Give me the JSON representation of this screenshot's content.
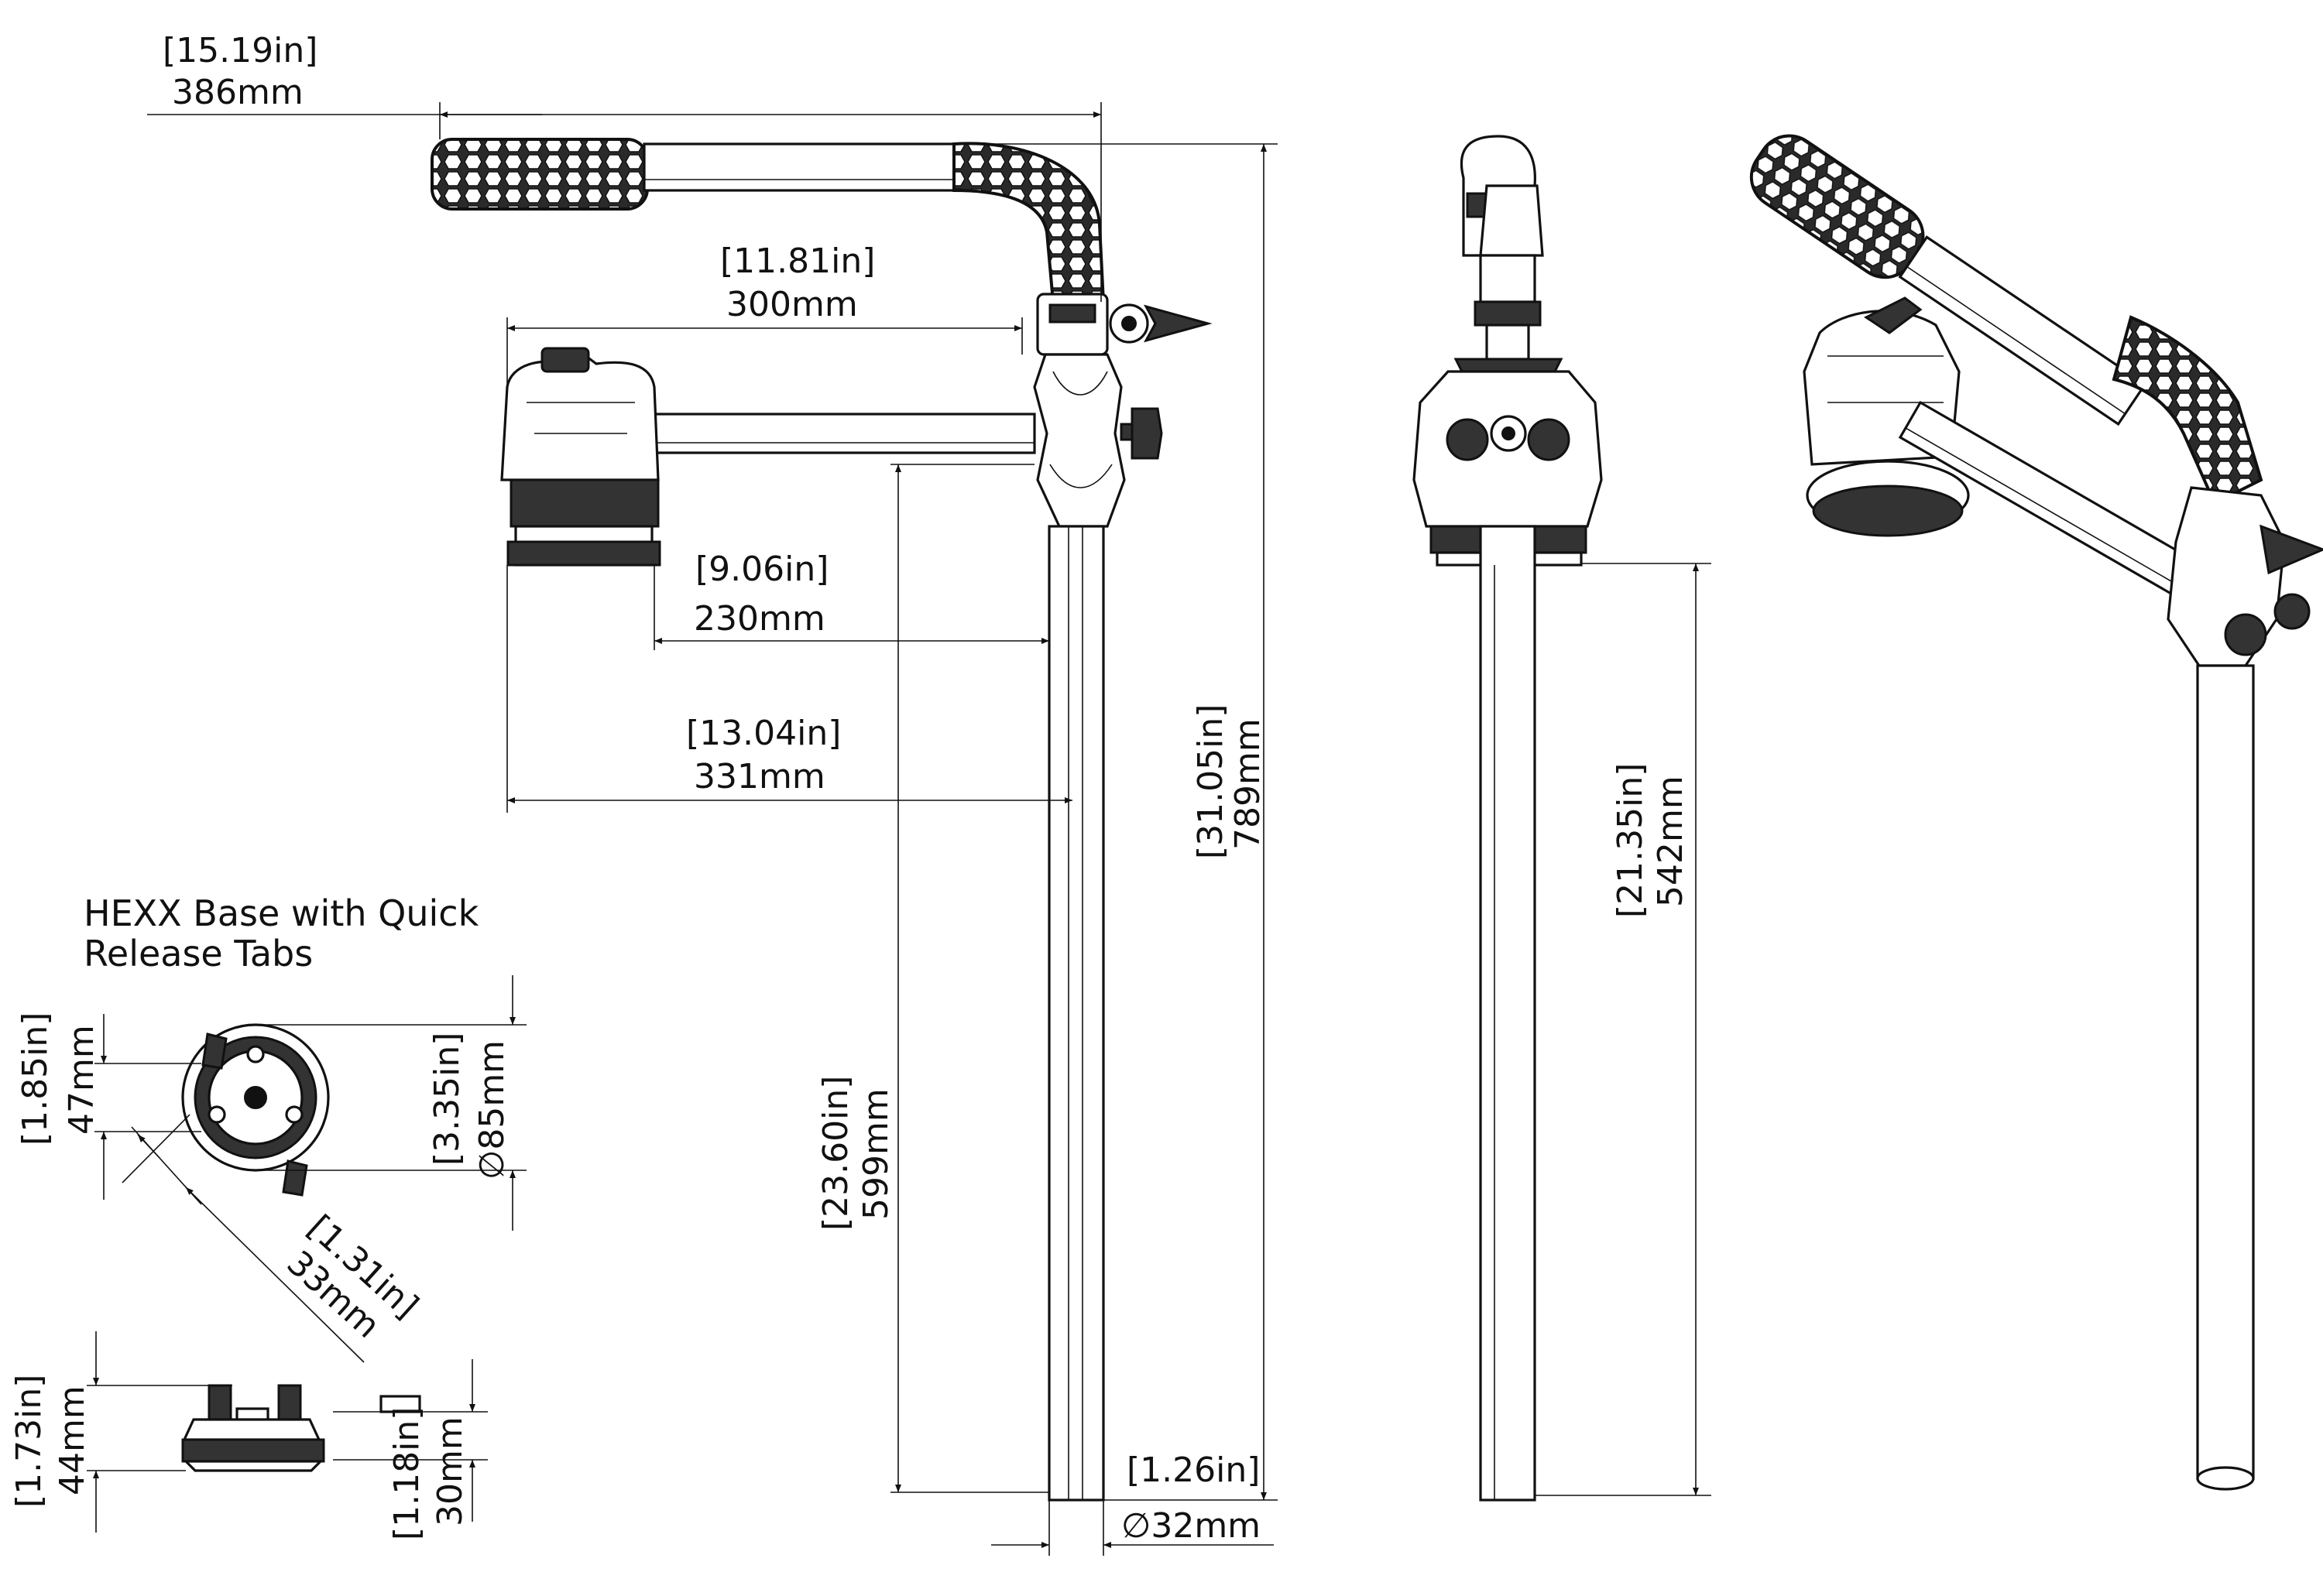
{
  "caption": {
    "line1": "HEXX Base with Quick",
    "line2": "Release Tabs"
  },
  "dims": {
    "overall_length": {
      "in": "[15.19in]",
      "mm": "386mm"
    },
    "arm_300": {
      "in": "[11.81in]",
      "mm": "300mm"
    },
    "arm_230": {
      "in": "[9.06in]",
      "mm": "230mm"
    },
    "arm_331": {
      "in": "[13.04in]",
      "mm": "331mm"
    },
    "height_789": {
      "in": "[31.05in]",
      "mm": "789mm"
    },
    "height_599": {
      "in": "[23.60in]",
      "mm": "599mm"
    },
    "height_542": {
      "in": "[21.35in]",
      "mm": "542mm"
    },
    "tube_dia": {
      "in": "[1.26in]",
      "mm": "∅32mm"
    },
    "base_47": {
      "in": "[1.85in]",
      "mm": "47mm"
    },
    "base_85": {
      "in": "[3.35in]",
      "mm": "∅85mm"
    },
    "base_33": {
      "in": "[1.31in]",
      "mm": "33mm"
    },
    "base_44": {
      "in": "[1.73in]",
      "mm": "44mm"
    },
    "base_30": {
      "in": "[1.18in]",
      "mm": "30mm"
    }
  }
}
